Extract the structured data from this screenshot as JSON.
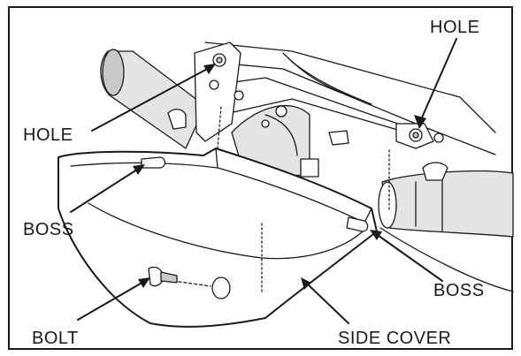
{
  "labels": {
    "hole_top": "HOLE",
    "hole_left": "HOLE",
    "boss_left": "BOSS",
    "boss_right": "BOSS",
    "bolt": "BOLT",
    "side_cover": "SIDE COVER"
  },
  "colors": {
    "ink": "#1a1a1a",
    "background": "#ffffff",
    "frame": "#1a1a1a"
  }
}
